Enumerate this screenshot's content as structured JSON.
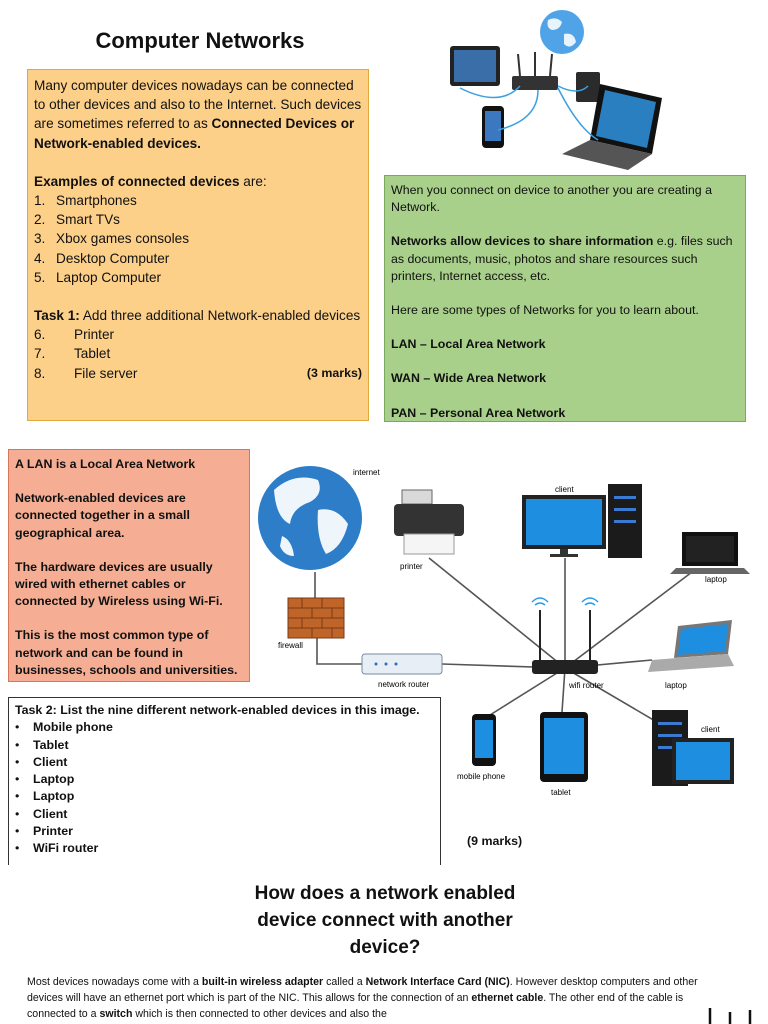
{
  "title": "Computer Networks",
  "orange_box": {
    "intro_part1": "Many computer devices nowadays can be connected to other devices and also to the Internet. Such devices are sometimes referred to as ",
    "intro_bold": "Connected Devices or Network-enabled devices.",
    "examples_bold": "Examples of connected devices",
    "examples_rest": " are:",
    "examples": [
      {
        "n": "1.",
        "text": "Smartphones"
      },
      {
        "n": "2.",
        "text": "Smart TVs"
      },
      {
        "n": "3.",
        "text": "Xbox games consoles"
      },
      {
        "n": "4.",
        "text": "Desktop Computer"
      },
      {
        "n": "5.",
        "text": "Laptop Computer"
      }
    ],
    "task_bold": "Task 1:",
    "task_text": " Add three additional Network-enabled devices",
    "answers": [
      {
        "n": "6.",
        "text": "Printer"
      },
      {
        "n": "7.",
        "text": "Tablet"
      },
      {
        "n": "8.",
        "text": "File server"
      }
    ],
    "marks": "(3 marks)"
  },
  "green_box": {
    "p1": "When you connect on device to another you are creating a Network.",
    "p2_bold": "Networks allow devices to share information",
    "p2_rest": " e.g. files such as documents,  music, photos and share resources such printers, Internet access, etc.",
    "p3": "Here are some types of Networks for you to learn about.",
    "lan": "LAN – Local Area Network",
    "wan": "WAN – Wide Area Network",
    "pan": "PAN – Personal Area Network"
  },
  "salmon_box": {
    "heading": "A LAN is a Local Area Network",
    "p1": "Network-enabled devices are connected together in a small geographical area.",
    "p2": "The hardware devices are usually wired with ethernet cables or connected by Wireless using Wi-Fi.",
    "p3": "This is the most common type of network and can be found in businesses, schools and universities."
  },
  "task2": {
    "heading": "Task 2: List the nine different network-enabled devices in this image.",
    "items": [
      "Mobile phone",
      "Tablet",
      "Client",
      "Laptop",
      "Laptop",
      "Client",
      "Printer",
      "WiFi router"
    ],
    "marks": "(9 marks)"
  },
  "diagram_labels": {
    "internet": "internet",
    "printer": "printer",
    "client_top": "client",
    "laptop_top": "laptop",
    "firewall": "firewall",
    "network_router": "network router",
    "wifi_router": "wifi router",
    "laptop_bottom": "laptop",
    "client_bottom": "client",
    "mobile_phone": "mobile phone",
    "tablet": "tablet"
  },
  "section2": {
    "heading": "How does a network enabled device connect with another device?",
    "p_a": "Most devices nowadays come with a ",
    "p_b": "built-in wireless adapter",
    "p_c": " called a ",
    "p_d": "Network Interface Card (NIC)",
    "p_e": ". However desktop computers and other devices will have an ethernet port which is part of the NIC. This allows for the connection of an ",
    "p_f": "ethernet cable",
    "p_g": ". The other end of the cable is connected to a ",
    "p_h": "switch",
    "p_i": " which is then connected to other devices and also the"
  },
  "colors": {
    "orange_bg": "#fdd08a",
    "green_bg": "#a8d08a",
    "salmon_bg": "#f5ae93",
    "screen_blue": "#1e8fe0"
  }
}
